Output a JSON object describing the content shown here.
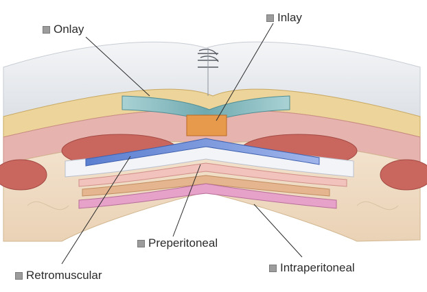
{
  "labels": {
    "onlay": "Onlay",
    "inlay": "Inlay",
    "preperitoneal": "Preperitoneal",
    "retromuscular": "Retromuscular",
    "intraperitoneal": "Intraperitoneal"
  },
  "icons": {
    "bullet": "gray-square-icon"
  },
  "colors": {
    "skin": "#e9ecf0",
    "fat": "#ecd49a",
    "muscle": "#d98a82",
    "mesh_onlay": "#8fc3c6",
    "mesh_inlay": "#e89a4c",
    "mesh_retromuscular": "#6f8ed6",
    "peritoneum": "#e7a2c9",
    "bullet": "#9c9c9c"
  }
}
